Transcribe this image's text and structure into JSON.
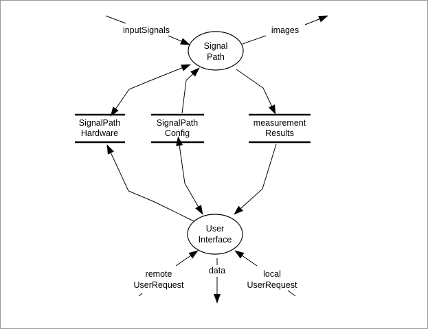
{
  "diagram": {
    "processes": {
      "signal_path": [
        "Signal",
        "Path"
      ],
      "user_interface": [
        "User",
        "Interface"
      ]
    },
    "stores": {
      "hardware": [
        "SignalPath",
        "Hardware"
      ],
      "config": [
        "SignalPath",
        "Config"
      ],
      "results": [
        "measurement",
        "Results"
      ]
    },
    "flows": {
      "input_signals": "inputSignals",
      "images": "images",
      "remote": [
        "remote",
        "UserRequest"
      ],
      "data": "data",
      "local": [
        "local",
        "UserRequest"
      ]
    }
  }
}
